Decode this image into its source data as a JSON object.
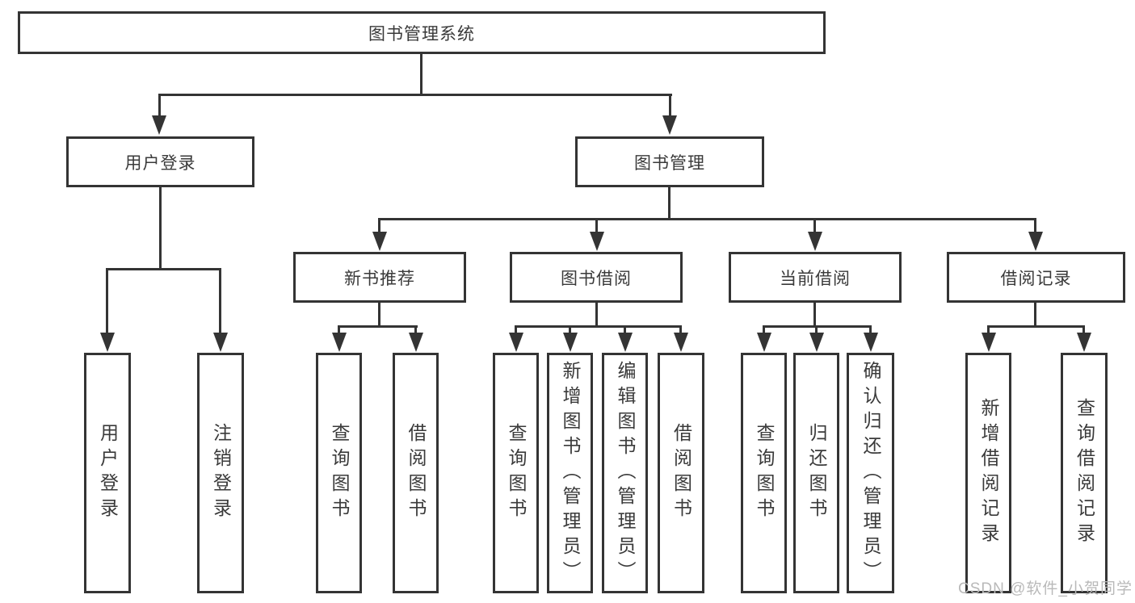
{
  "diagram": {
    "type": "hierarchy-tree",
    "root": {
      "label": "图书管理系统"
    },
    "level2": {
      "user_login": {
        "label": "用户登录"
      },
      "book_mgmt": {
        "label": "图书管理"
      }
    },
    "level3": {
      "new_book_rec": {
        "label": "新书推荐",
        "parent": "图书管理"
      },
      "book_borrow": {
        "label": "图书借阅",
        "parent": "图书管理"
      },
      "current_borrow": {
        "label": "当前借阅",
        "parent": "图书管理"
      },
      "borrow_record": {
        "label": "借阅记录",
        "parent": "图书管理"
      }
    },
    "leaves": {
      "leaf_user_login": {
        "label": "用户登录",
        "parent": "用户登录"
      },
      "leaf_logout": {
        "label": "注销登录",
        "parent": "用户登录"
      },
      "leaf_rec_query": {
        "label": "查询图书",
        "parent": "新书推荐"
      },
      "leaf_rec_borrow": {
        "label": "借阅图书",
        "parent": "新书推荐"
      },
      "leaf_bb_query": {
        "label": "查询图书",
        "parent": "图书借阅"
      },
      "leaf_bb_add": {
        "label": "新增图书（管理员）",
        "parent": "图书借阅"
      },
      "leaf_bb_edit": {
        "label": "编辑图书（管理员）",
        "parent": "图书借阅"
      },
      "leaf_bb_borrow": {
        "label": "借阅图书",
        "parent": "图书借阅"
      },
      "leaf_cb_query": {
        "label": "查询图书",
        "parent": "当前借阅"
      },
      "leaf_cb_return": {
        "label": "归还图书",
        "parent": "当前借阅"
      },
      "leaf_cb_confirm": {
        "label": "确认归还（管理员）",
        "parent": "当前借阅"
      },
      "leaf_br_add": {
        "label": "新增借阅记录",
        "parent": "借阅记录"
      },
      "leaf_br_query": {
        "label": "查询借阅记录",
        "parent": "借阅记录"
      }
    }
  },
  "watermark": {
    "text": "CSDN @软件_小贺同学"
  },
  "colors": {
    "line": "#343434",
    "box_border": "#343434",
    "text": "#3a3a3a",
    "background": "#ffffff",
    "watermark": "#b9b9b9"
  }
}
